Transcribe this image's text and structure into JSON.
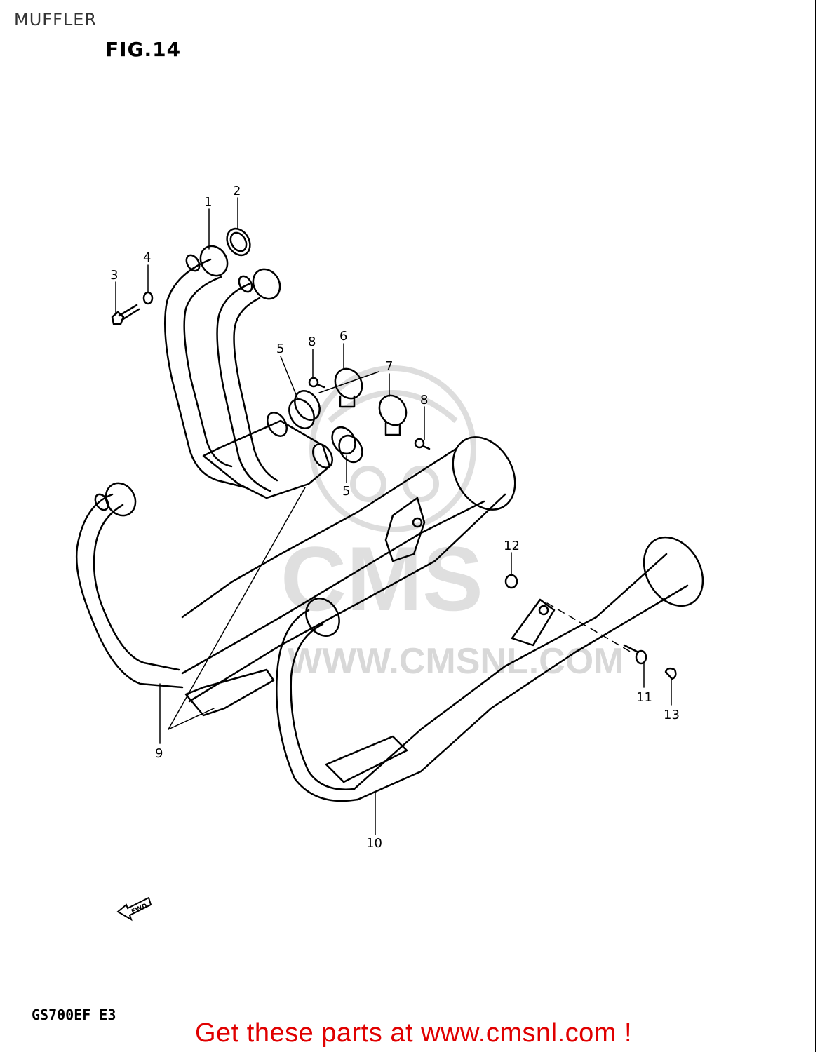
{
  "header": {
    "section_title": "MUFFLER",
    "figure_label": "FIG.14"
  },
  "watermark": {
    "brand": "CMS",
    "url": "WWW.CMSNL.COM"
  },
  "callouts": [
    {
      "id": "callout-1",
      "label": "1"
    },
    {
      "id": "callout-2",
      "label": "2"
    },
    {
      "id": "callout-3",
      "label": "3"
    },
    {
      "id": "callout-4",
      "label": "4"
    },
    {
      "id": "callout-5a",
      "label": "5"
    },
    {
      "id": "callout-5b",
      "label": "5"
    },
    {
      "id": "callout-6",
      "label": "6"
    },
    {
      "id": "callout-7",
      "label": "7"
    },
    {
      "id": "callout-8a",
      "label": "8"
    },
    {
      "id": "callout-8b",
      "label": "8"
    },
    {
      "id": "callout-9",
      "label": "9"
    },
    {
      "id": "callout-10",
      "label": "10"
    },
    {
      "id": "callout-11",
      "label": "11"
    },
    {
      "id": "callout-12",
      "label": "12"
    },
    {
      "id": "callout-13",
      "label": "13"
    }
  ],
  "direction_marker": "FWD",
  "model_code": "GS700EF  E3",
  "footer": {
    "link_text": "Get these parts at www.cmsnl.com !",
    "link_color": "#e00000"
  }
}
